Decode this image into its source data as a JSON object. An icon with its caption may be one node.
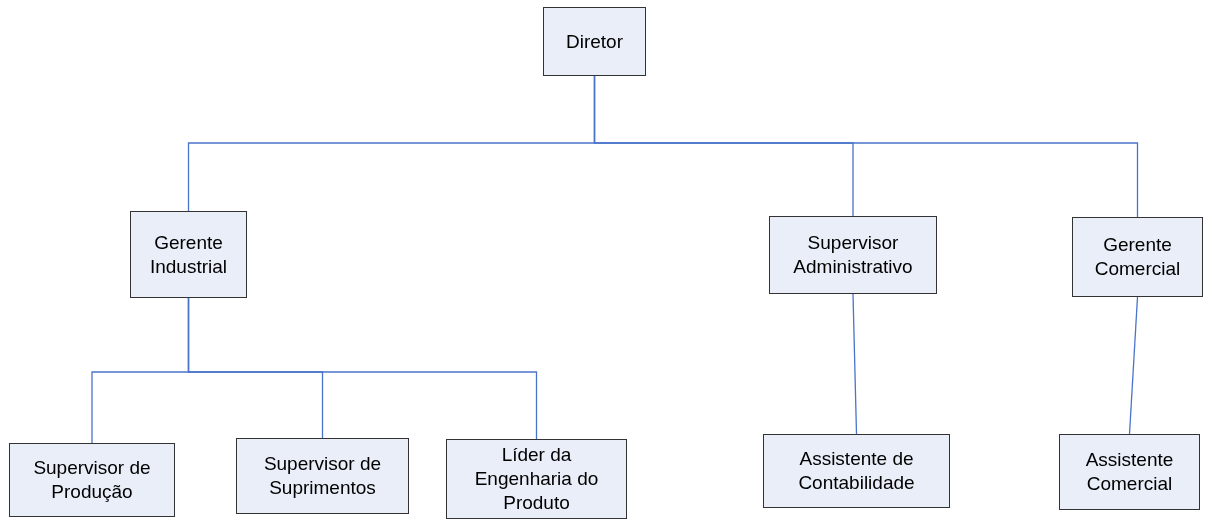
{
  "diagram": {
    "nodes": [
      {
        "text": [
          "Diretor"
        ]
      },
      {
        "text": [
          "Gerente Industrial"
        ]
      },
      {
        "text": [
          "Supervisor Administrativo"
        ]
      },
      {
        "text": [
          "Gerente Comercial"
        ]
      },
      {
        "text": [
          "Supervisor de Produção"
        ]
      },
      {
        "text": [
          "Supervisor de Suprimentos"
        ]
      },
      {
        "text": [
          "Líder da Engenharia do Produto"
        ]
      },
      {
        "text": [
          "Assistente de Contabilidade"
        ]
      },
      {
        "text": [
          "Assistente Comercial"
        ]
      }
    ],
    "edges": [
      {
        "from": 0,
        "to": 1,
        "arrow": "none"
      },
      {
        "from": 0,
        "to": 2,
        "arrow": "none"
      },
      {
        "from": 0,
        "to": 3,
        "arrow": "none"
      },
      {
        "from": 1,
        "to": 4,
        "arrow": "none"
      },
      {
        "from": 1,
        "to": 5,
        "arrow": "none"
      },
      {
        "from": 1,
        "to": 6,
        "arrow": "none"
      },
      {
        "from": 2,
        "to": 7,
        "arrow": "none"
      },
      {
        "from": 3,
        "to": 8,
        "arrow": "none"
      }
    ]
  }
}
